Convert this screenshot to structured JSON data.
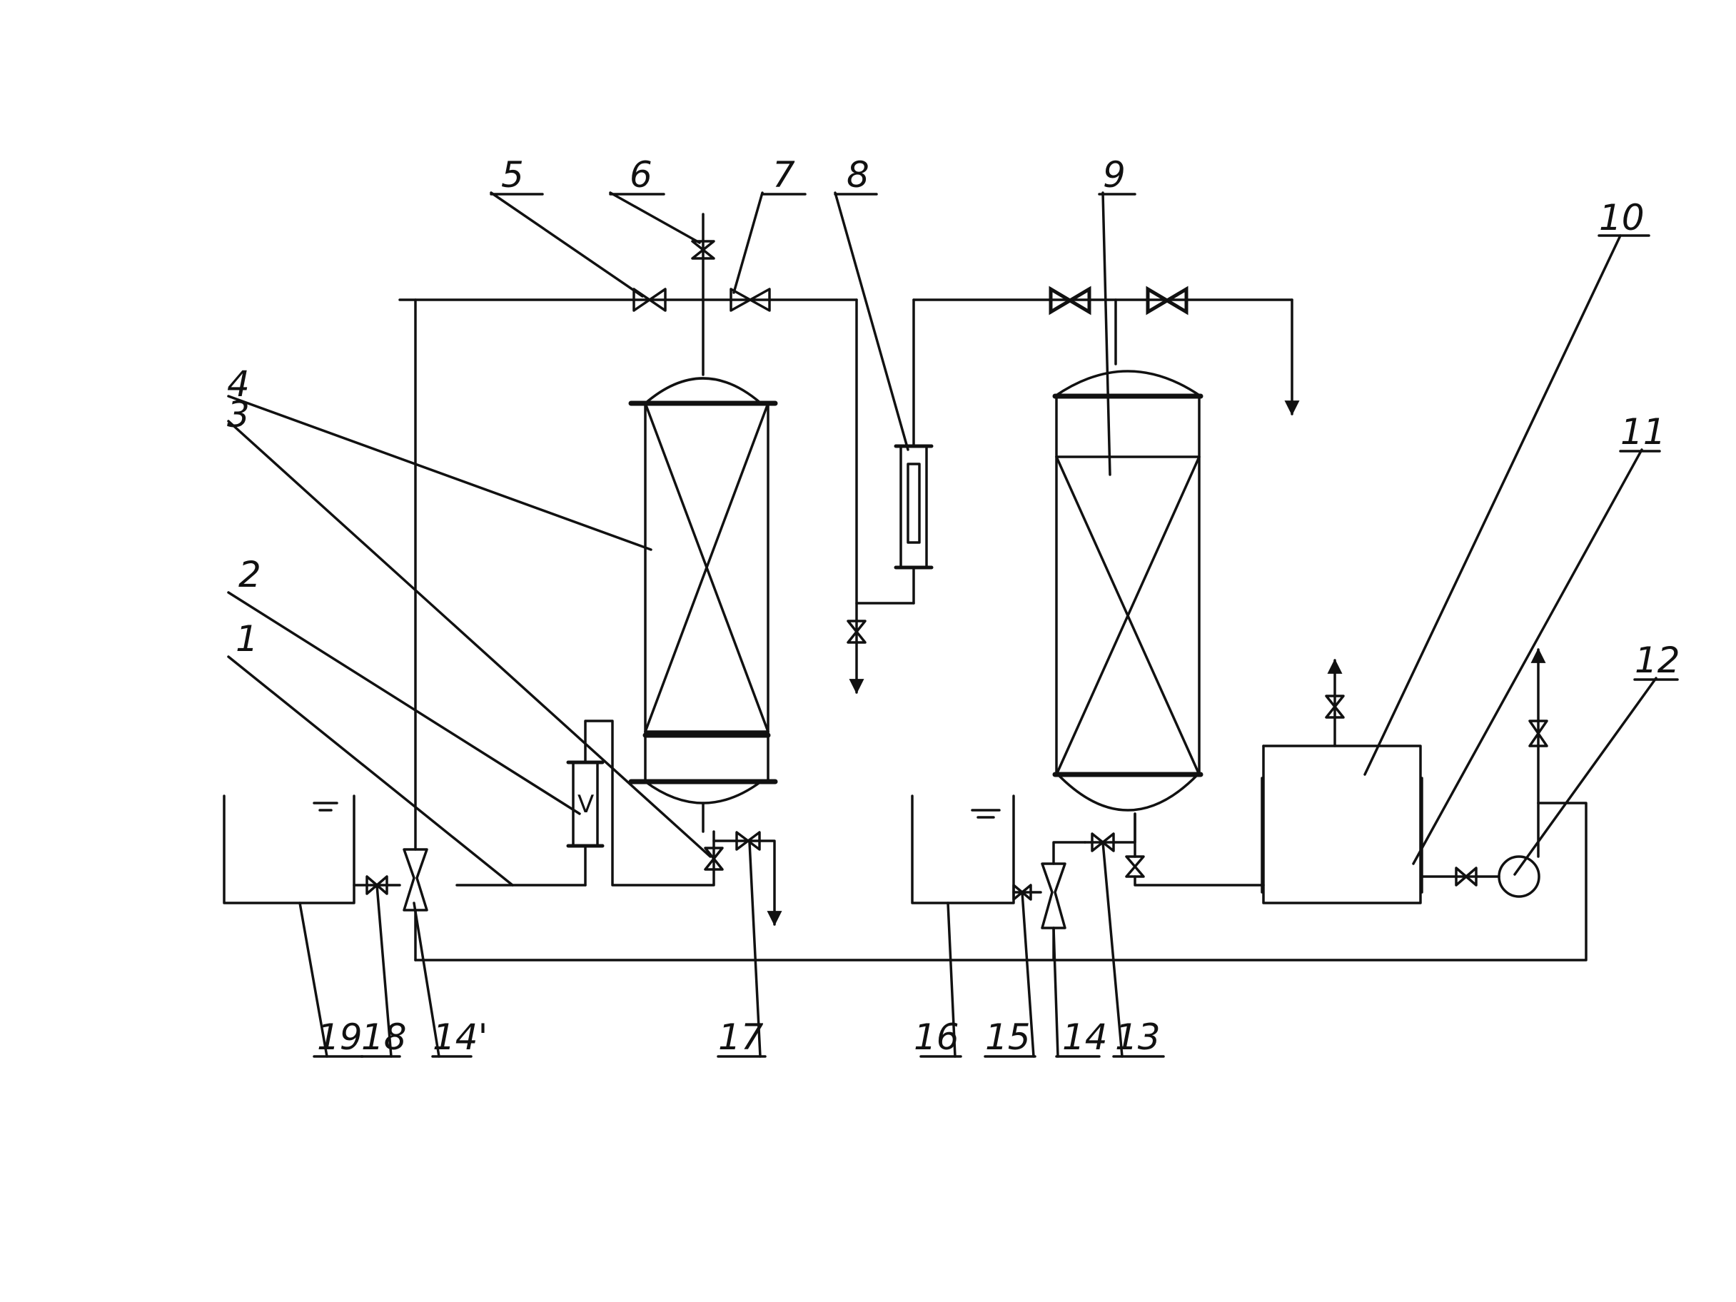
{
  "labels": {
    "l1": "1",
    "l2": "2",
    "l3": "3",
    "l4": "4",
    "l5": "5",
    "l6": "6",
    "l7": "7",
    "l8": "8",
    "l9": "9",
    "l10": "10",
    "l11": "11",
    "l12": "12",
    "l13": "13",
    "l14": "14",
    "l14p": "14'",
    "l15": "15",
    "l16": "16",
    "l17": "17",
    "l18": "18",
    "l19": "19"
  },
  "flowmeter_mark": "V"
}
